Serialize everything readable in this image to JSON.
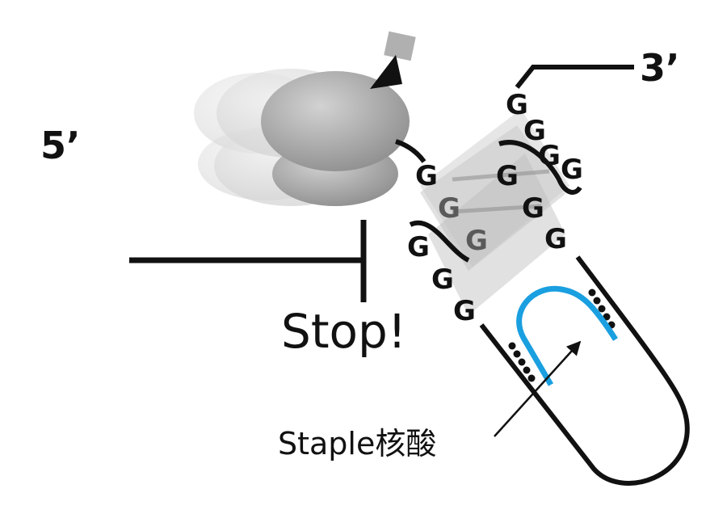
{
  "labels": {
    "five_prime": "5’",
    "three_prime": "3’",
    "stop": "Stop!",
    "staple": "Staple核酸"
  },
  "bases": {
    "letter": "G"
  },
  "colors": {
    "strand": "#111111",
    "staple_nucleic_acid": "#1a9fe0",
    "ribosome": "#9a9a9a",
    "quartet_plane": "#bdbdbd"
  },
  "icons": {
    "ribosome": "ribosome-icon",
    "stop_bar": "inhibition-bar-icon",
    "pointer": "arrow-icon"
  }
}
